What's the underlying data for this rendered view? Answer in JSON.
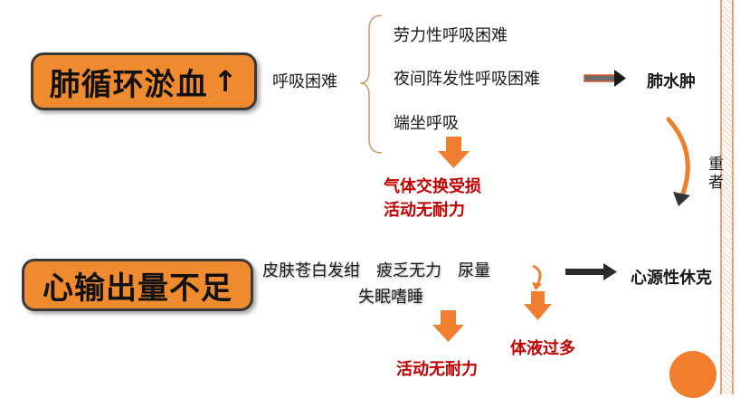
{
  "top": {
    "box_label": "肺循环淤血",
    "dyspnea_label": "呼吸困难",
    "items": [
      "劳力性呼吸困难",
      "夜间阵发性呼吸困难",
      "端坐呼吸"
    ],
    "pulmonary_edema": "肺水肿",
    "worsening_label": "重者",
    "consequences": [
      "气体交换受损",
      "活动无耐力"
    ]
  },
  "bottom": {
    "box_label": "心输出量不足",
    "symptoms_line1": "皮肤苍白发绀　疲乏无力　尿量",
    "symptoms_line2": "失眠嗜睡",
    "shock": "心源性休克",
    "consequence_left": "活动无耐力",
    "consequence_right": "体液过多"
  },
  "colors": {
    "box_fill": "#f08a2f",
    "arrow_orange": "#f07e2e",
    "emphasis_red": "#c00000",
    "bracket_tan": "#c9a06a"
  }
}
